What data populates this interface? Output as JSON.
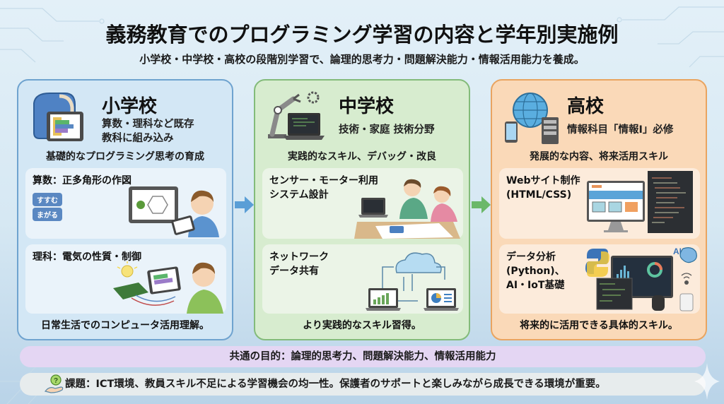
{
  "header": {
    "title": "義務教育でのプログラミング学習の内容と学年別実施例",
    "subtitle": "小学校・中学校・高校の段階別学習で、論理的思考力・問題解決能力・情報活用能力を養成。"
  },
  "stages": [
    {
      "name": "小学校",
      "desc_line1": "算数・理科など既存",
      "desc_line2": "教科に組み込み",
      "focus": "基礎的なプログラミング思考の育成",
      "icon": "randoseru-tablet-icon",
      "color": "#6fa3cf",
      "cards": [
        {
          "title": "算数：正多角形の作図",
          "blocks": [
            "すすむ",
            "まがる"
          ],
          "illustration": "child-drawing-hexagon-tablet"
        },
        {
          "title": "理科：電気の性質・制御",
          "illustration": "child-controlling-lightbulb-circuit"
        }
      ],
      "footer": "日常生活でのコンピュータ活用理解。"
    },
    {
      "name": "中学校",
      "desc_line1": "技術・家庭 技術分野",
      "focus": "実践的なスキル、デバッグ・改良",
      "icon": "robot-arm-laptop-icon",
      "color": "#83bb7a",
      "cards": [
        {
          "title_line1": "センサー・モーター利用",
          "title_line2": "システム設計",
          "illustration": "students-programming-robot-car"
        },
        {
          "title_line1": "ネットワーク",
          "title_line2": "データ共有",
          "illustration": "cloud-network-laptops"
        }
      ],
      "footer": "より実践的なスキル習得。"
    },
    {
      "name": "高校",
      "desc_line1": "情報科目「情報Ⅰ」必修",
      "focus": "発展的な内容、将来活用スキル",
      "icon": "globe-devices-icon",
      "color": "#e9a460",
      "cards": [
        {
          "title_line1": "Webサイト制作",
          "title_line2": "(HTML/CSS)",
          "illustration": "monitor-website-code-editor"
        },
        {
          "title_line1": "データ分析",
          "title_line2": "(Python)、",
          "title_line3": "AI・IoT基礎",
          "illustration": "python-ai-dashboard-iot",
          "ai_label": "AI"
        }
      ],
      "footer": "将来的に活用できる具体的スキル。"
    }
  ],
  "goal": "共通の目的：論理的思考力、問題解決能力、情報活用能力",
  "issue": "課題：ICT環境、教員スキル不足による学習機会の均一性。保護者のサポートと楽しみながら成長できる環境が重要。"
}
